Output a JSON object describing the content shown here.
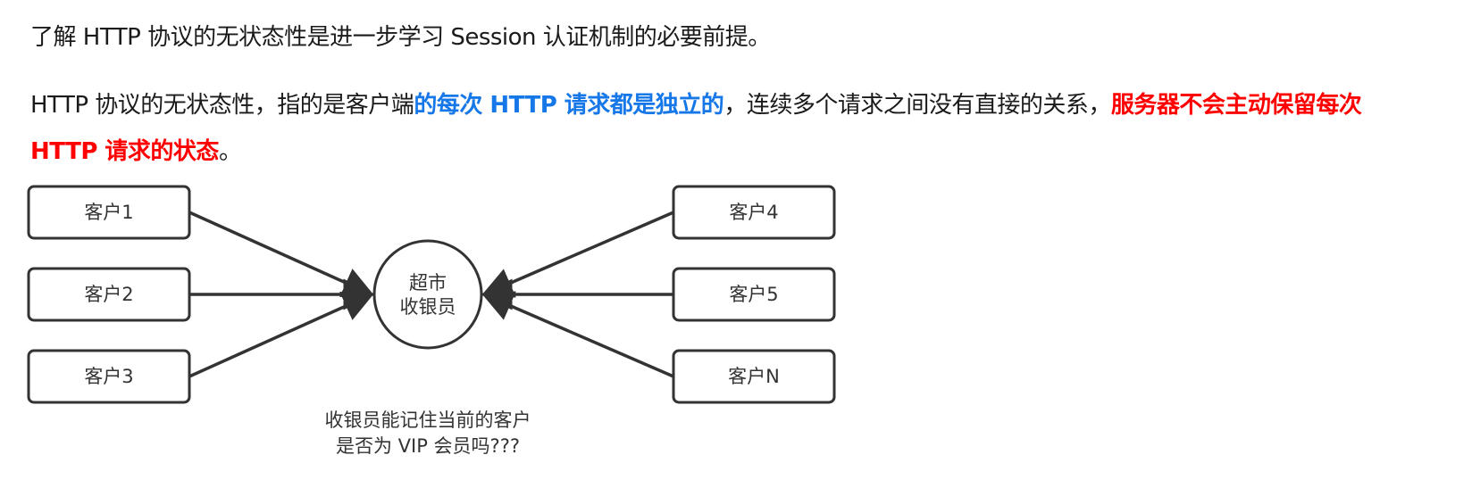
{
  "intro": "了解 HTTP 协议的无状态性是进一步学习 Session 认证机制的必要前提。",
  "statement": {
    "part1": "HTTP 协议的无状态性，指的是客户端",
    "highlight_blue": "的每次 HTTP 请求都是独立的",
    "part2": "，连续多个请求之间没有直接的关系，",
    "highlight_red": "服务器不会主动保留每次 HTTP 请求的状态",
    "end": "。"
  },
  "colors": {
    "blue": "#1677e8",
    "red": "#ff0000"
  },
  "diagram": {
    "clients_left": [
      "客户1",
      "客户2",
      "客户3"
    ],
    "clients_right": [
      "客户4",
      "客户5",
      "客户N"
    ],
    "center": [
      "超市",
      "收银员"
    ],
    "caption": [
      "收银员能记住当前的客户",
      "是否为 VIP 会员吗???"
    ]
  }
}
